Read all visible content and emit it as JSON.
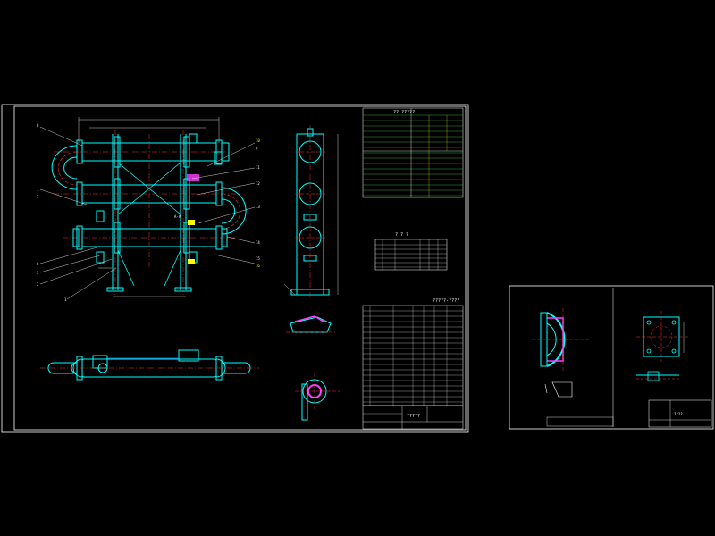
{
  "colors": {
    "background": "#000000",
    "border": "#ffffff",
    "vessel": "#00ffff",
    "centerline": "#ff3030",
    "callout": "#ffffff",
    "magenta": "#ff40ff",
    "yellow": "#ffff00",
    "green": "#66ff66",
    "blue": "#3a6cff"
  },
  "sheet1": {
    "callouts_left": [
      "8",
      "1",
      "7",
      "6",
      "3",
      "2",
      "1"
    ],
    "callouts_right": [
      "10",
      "9",
      "11",
      "12",
      "13",
      "14",
      "15",
      "16"
    ],
    "tech_table_title": "?? ?????",
    "nozzle_table_title": "? ? ?",
    "parts_table_title": "?????-????",
    "title_block_name": "?????",
    "section_mark": "A-A"
  },
  "sheet2": {
    "title_block_name": "????"
  },
  "icons": {
    "u_bend": "u-bend-pipe-icon",
    "flange": "flange-icon"
  }
}
